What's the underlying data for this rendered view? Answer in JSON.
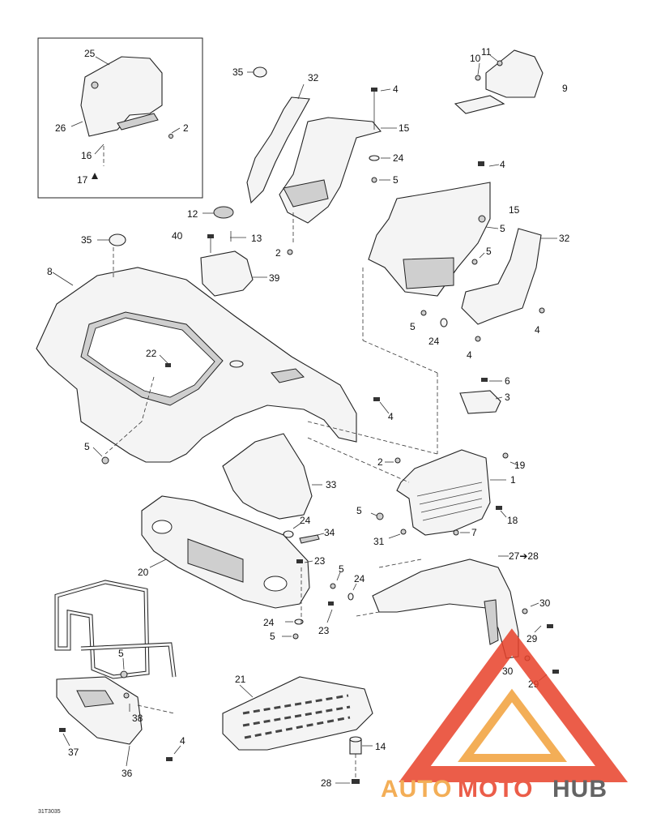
{
  "diagram": {
    "drawing_code": "31T3035",
    "callouts": {
      "c25": "25",
      "c26": "26",
      "c16": "16",
      "c17": "17",
      "c2a": "2",
      "c35a": "35",
      "c32a": "32",
      "c4a": "4",
      "c15a": "15",
      "c24a": "24",
      "c5a": "5",
      "c11": "11",
      "c10": "10",
      "c9": "9",
      "c4b": "4",
      "c15b": "15",
      "c5b": "5",
      "c32b": "32",
      "c5c": "5",
      "c5d": "5",
      "c24b": "24",
      "c4c": "4",
      "c4d": "4",
      "c12": "12",
      "c13": "13",
      "c40": "40",
      "c35b": "35",
      "c39": "39",
      "c2b": "2",
      "c8": "8",
      "c22": "22",
      "c5e": "5",
      "c6": "6",
      "c3": "3",
      "c4e": "4",
      "c2c": "2",
      "c19": "19",
      "c1": "1",
      "c5f": "5",
      "c18": "18",
      "c31": "31",
      "c7": "7",
      "c33": "33",
      "c24c": "24",
      "c34": "34",
      "c20": "20",
      "c23a": "23",
      "c5g": "5",
      "c24d": "24",
      "c24e": "24",
      "c23b": "23",
      "c5h": "5",
      "c27": "27➔28",
      "c30a": "30",
      "c29a": "29",
      "c30b": "30",
      "c29b": "29",
      "c5i": "5",
      "c38": "38",
      "c37": "37",
      "c36": "36",
      "c4f": "4",
      "c21": "21",
      "c14": "14",
      "c28": "28"
    }
  },
  "watermark": {
    "brand_part1": "AUTO",
    "brand_part2": "MOTO",
    "brand_part3": "HUB",
    "color_primary": "#e8412a",
    "color_secondary": "#f2a03a",
    "color_dark": "#4a4a4a"
  }
}
